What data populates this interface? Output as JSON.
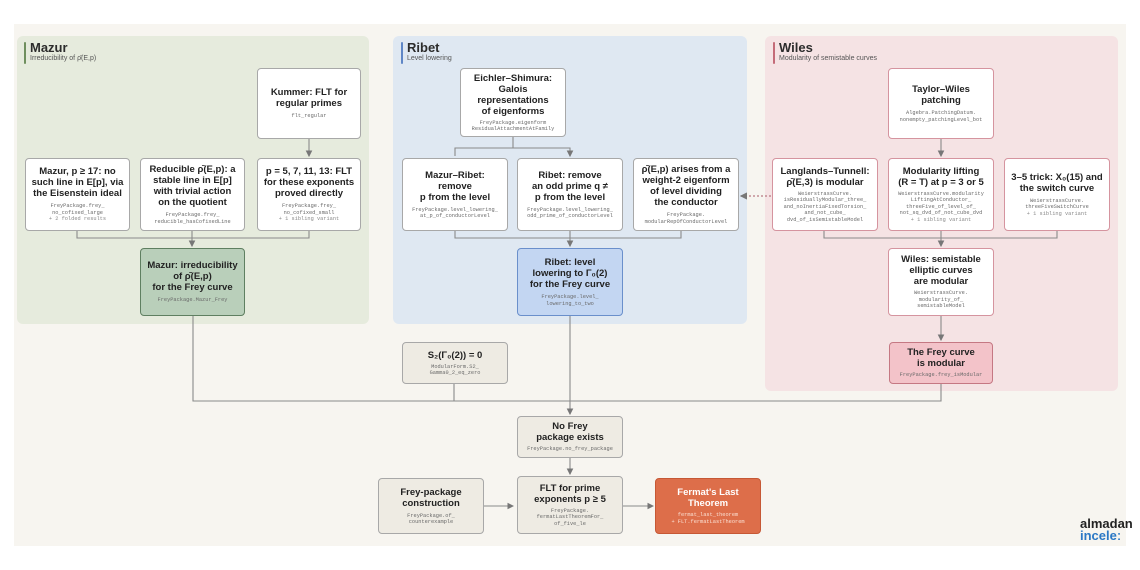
{
  "panels": {
    "mazur": {
      "title": "Mazur",
      "subtitle": "Irreducibility of ρ̄(E,p)",
      "bg": "#e6ebdd",
      "accent": "#6f8f5e"
    },
    "ribet": {
      "title": "Ribet",
      "subtitle": "Level lowering",
      "bg": "#dfe8f2",
      "accent": "#5f86c6"
    },
    "wiles": {
      "title": "Wiles",
      "subtitle": "Modularity of semistable curves",
      "bg": "#f5e3e4",
      "accent": "#c46b78"
    }
  },
  "nodes": {
    "kummer": {
      "title": "Kummer: FLT for\nregular primes",
      "code": "flt_regular"
    },
    "mazur_p17": {
      "title": "Mazur, p ≥ 17: no\nsuch line in E[p], via\nthe Eisenstein ideal",
      "code": "FreyPackage.frey_\nno_cofixed_large",
      "note": "+ 2 folded results"
    },
    "reducible": {
      "title": "Reducible ρ̄(E,p): a\nstable line in E[p]\nwith trivial action\non the quotient",
      "code": "FreyPackage.frey_\nreducible_hasCofixedLine"
    },
    "small_p": {
      "title": "p = 5, 7, 11, 13: FLT\nfor these exponents\nproved directly",
      "code": "FreyPackage.frey_\nno_cofixed_small",
      "note": "+ 1 sibling variant"
    },
    "mazur_main": {
      "title": "Mazur: irreducibility\nof ρ̄(E,p)\nfor the Frey curve",
      "code": "FreyPackage.Mazur_Frey"
    },
    "eichler": {
      "title": "Eichler–Shimura:\nGalois\nrepresentations\nof eigenforms",
      "code": "FreyPackage.eigenform\nResidualAttachmentAtFamily"
    },
    "mazur_ribet": {
      "title": "Mazur–Ribet: remove\np from the level",
      "code": "FreyPackage.level_lowering_\nat_p_of_conductorLevel"
    },
    "ribet_odd": {
      "title": "Ribet: remove\nan odd prime q ≠\np from the level",
      "code": "FreyPackage.level_lowering_\nodd_prime_of_conductorLevel"
    },
    "weight2": {
      "title": "ρ̄(E,p) arises from a\nweight-2 eigenform\nof level dividing\nthe conductor",
      "code": "FreyPackage.\nmodularRepOfConductorLevel"
    },
    "ribet_main": {
      "title": "Ribet: level\nlowering to Γ₀(2)\nfor the Frey curve",
      "code": "FreyPackage.level_\nlowering_to_two"
    },
    "taylor_wiles": {
      "title": "Taylor–Wiles patching",
      "code": "Algebra.PatchingDatum.\nnonempty_patchingLevel_bot"
    },
    "langlands": {
      "title": "Langlands–Tunnell:\nρ̄(E,3) is modular",
      "code": "WeierstrassCurve.\nisResiduallyModular_three_\nand_noInertiaFixedTorsion_\nand_not_cube_\ndvd_of_isSemistableModel"
    },
    "mod_lifting": {
      "title": "Modularity lifting\n(R = T) at p = 3 or 5",
      "code": "WeierstrassCurve.modularity\nLiftingAtConductor_\nthreeFive_of_level_of_\nnot_sq_dvd_of_not_cube_dvd",
      "note": "+ 1 sibling variant"
    },
    "three_five": {
      "title": "3–5 trick: X₀(15) and\nthe switch curve",
      "code": "WeierstrassCurve.\nthreeFiveSwitchCurve",
      "note": "+ 1 sibling variant"
    },
    "wiles_semistable": {
      "title": "Wiles: semistable\nelliptic curves\nare modular",
      "code": "WeierstrassCurve.\nmodularity_of_\nsemistableModel"
    },
    "frey_modular": {
      "title": "The Frey curve\nis modular",
      "code": "FreyPackage.frey_isModular"
    },
    "s2": {
      "title": "S₂(Γ₀(2)) = 0",
      "code": "ModularForm.S2_\nGamma0_2_eq_zero"
    },
    "no_frey": {
      "title": "No Frey\npackage exists",
      "code": "FreyPackage.no_frey_package"
    },
    "frey_construction": {
      "title": "Frey-package\nconstruction",
      "code": "FreyPackage.of_\ncounterexample"
    },
    "flt_prime": {
      "title": "FLT for prime\nexponents p ≥ 5",
      "code": "FreyPackage.\nfermatLastTheoremFor_\nof_five_le"
    },
    "flt": {
      "title": "Fermat's Last\nTheorem",
      "code": "fermat_last_theorem",
      "note": "+ FLT.fermatLastTheorem"
    }
  },
  "logo": {
    "line1": "almadan",
    "line2": "inceleː"
  }
}
